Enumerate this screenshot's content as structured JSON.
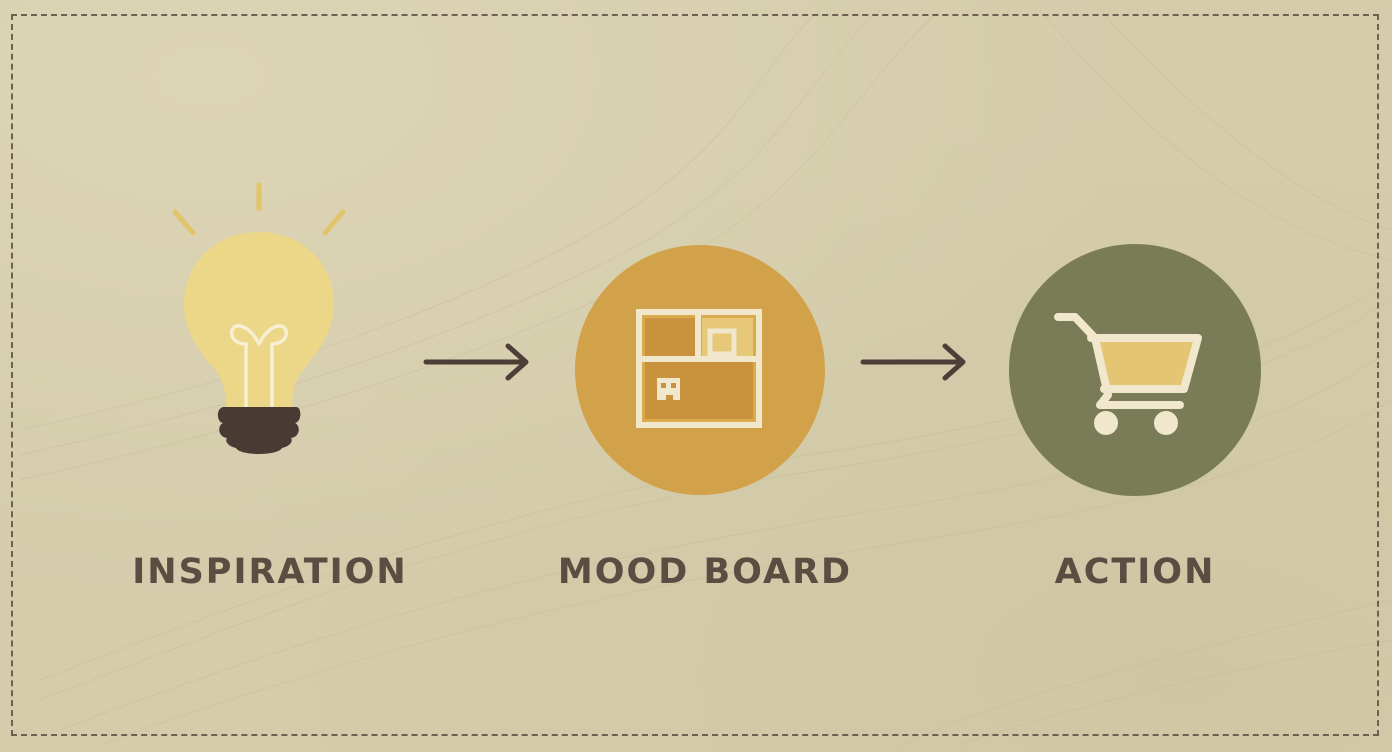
{
  "diagram": {
    "steps": [
      {
        "label": "INSPIRATION",
        "icon": "lightbulb-icon"
      },
      {
        "label": "MOOD BOARD",
        "icon": "mood-board-icon"
      },
      {
        "label": "ACTION",
        "icon": "shopping-cart-icon"
      }
    ],
    "connectors": [
      "arrow-right-icon",
      "arrow-right-icon"
    ]
  },
  "colors": {
    "background": "#d4ccab",
    "text": "#5c4d42",
    "bulb": "#ecd788",
    "mood_board_circle": "#d2a24a",
    "action_circle": "#7a7c58",
    "icon_cream": "#f1e7cd",
    "accent_yellow": "#e3c574",
    "arrow": "#4e3e38",
    "frame_dash": "#6e6152"
  }
}
